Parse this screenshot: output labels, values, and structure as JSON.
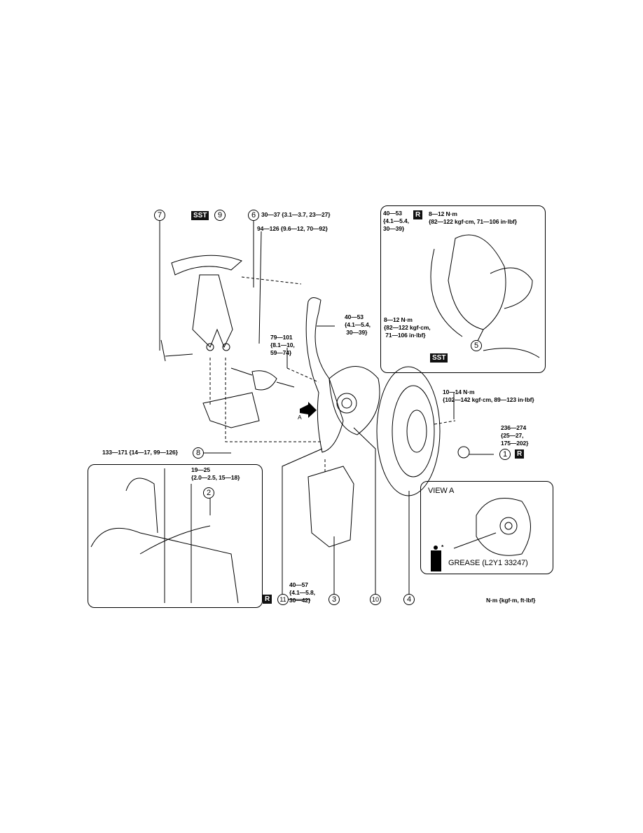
{
  "callouts": {
    "c1": "1",
    "c2": "2",
    "c3": "3",
    "c4": "4",
    "c5": "5",
    "c6": "6",
    "c7": "7",
    "c8": "8",
    "c9": "9",
    "c10": "10",
    "c11": "11"
  },
  "badges": {
    "sst": "SST",
    "replace": "R"
  },
  "torques": {
    "t6": "30—37 {3.1—3.7, 23—27}",
    "t6b": "94—126 {9.6—12, 70—92}",
    "t_knuckle_nut": "40—53\n{4.1—5.4,\n 30—39}",
    "t_bolt": "79—101\n{8.1—10,\n59—74}",
    "t8": "133—171 {14—17, 99—126}",
    "t2": "19—25\n{2.0—2.5, 15—18}",
    "t_inset_nut": "40—53\n{4.1—5.4,\n30—39}",
    "t_inset_top": "8—12 N·m\n{82—122 kgf·cm, 71—106 in·lbf}",
    "t_inset_low": "8—12 N·m\n{82—122 kgf·cm,\n 71—106 in·lbf}",
    "t_disc_screw": "10—14 N·m\n{102—142 kgf·cm, 89—123 in·lbf}",
    "t1": "236—274\n{25—27,\n175—202}",
    "t11": "40—57\n{4.1—5.8,\n30—42}"
  },
  "view_a": {
    "title": "VIEW A",
    "grease": "GREASE (L2Y1 33247)",
    "asterisk": "*"
  },
  "arrow_label": "A",
  "units": "N·m {kgf·m, ft·lbf}"
}
